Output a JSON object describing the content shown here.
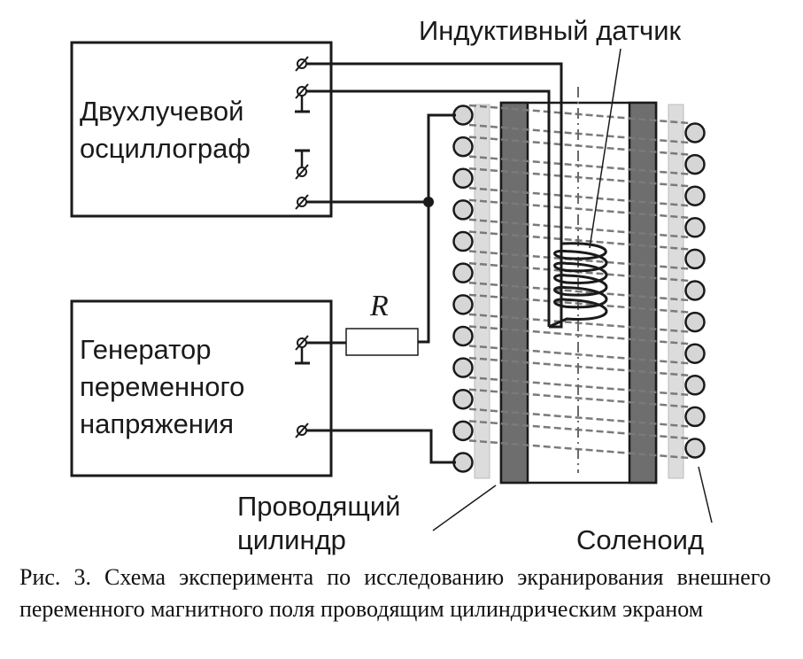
{
  "labels": {
    "sensor": "Индуктивный датчик",
    "oscilloscope_line1": "Двухлучевой",
    "oscilloscope_line2": "осциллограф",
    "generator_line1": "Генератор",
    "generator_line2": "переменного",
    "generator_line3": "напряжения",
    "resistor": "R",
    "cylinder_line1": "Проводящий",
    "cylinder_line2": "цилиндр",
    "solenoid": "Соленоид"
  },
  "caption": "Рис. 3. Схема эксперимента по исследованию экранирования внешнего переменного магнитного поля проводящим цилиндрическим экраном",
  "solenoid": {
    "left_turns": 12,
    "right_turns": 11
  },
  "sensor_coil_turns": 6,
  "colors": {
    "line": "#1a1a1a",
    "cylinder_wall": "#6e6e6e",
    "solenoid_strip": "#dcdcdc",
    "coil_fill": "#d6d6d6",
    "dash": "#7a7a7a"
  }
}
